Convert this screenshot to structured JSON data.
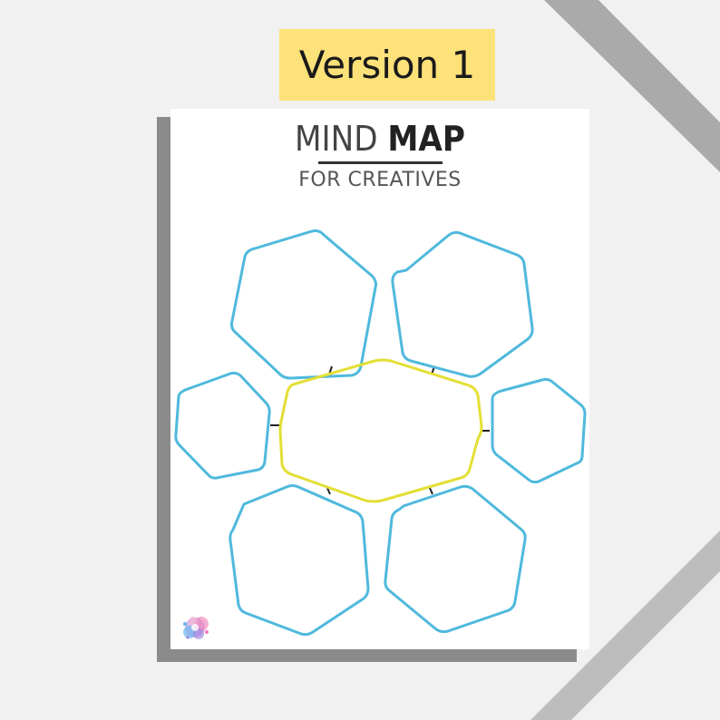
{
  "label": {
    "text": "Version 1"
  },
  "worksheet": {
    "title_light": "MIND ",
    "title_bold": "MAP",
    "subtitle": "FOR CREATIVES",
    "colors": {
      "outer_hexagons": "#4fb9dc",
      "center_hexagon": "#e3df35",
      "connectors": "#222222",
      "label_bg": "#fde179"
    },
    "logo": "watercolor-splash-logo"
  }
}
